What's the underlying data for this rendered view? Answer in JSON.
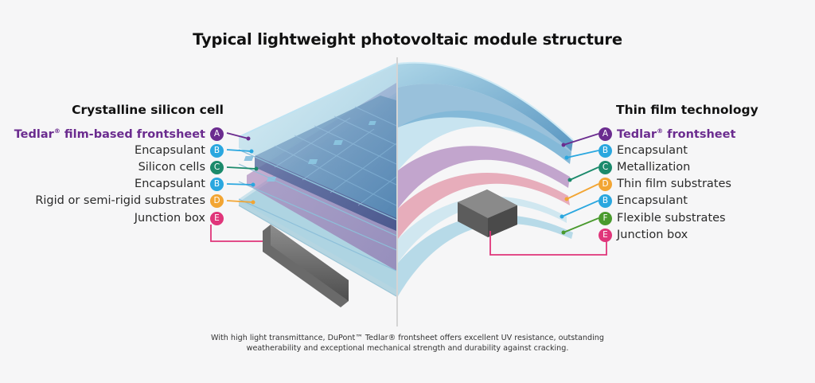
{
  "title": "Typical lightweight photovoltaic module structure",
  "left": {
    "title": "Crystalline silicon cell",
    "items": [
      {
        "letter": "A",
        "label": "Tedlar",
        "reg": "®",
        "label_suffix": " film-based frontsheet",
        "highlight": true,
        "color": "#6b2c8f"
      },
      {
        "letter": "B",
        "label": "Encapsulant",
        "reg": "",
        "label_suffix": "",
        "highlight": false,
        "color": "#2aa7df"
      },
      {
        "letter": "C",
        "label": "Silicon cells",
        "reg": "",
        "label_suffix": "",
        "highlight": false,
        "color": "#1b8a6b"
      },
      {
        "letter": "B",
        "label": "Encapsulant",
        "reg": "",
        "label_suffix": "",
        "highlight": false,
        "color": "#2aa7df"
      },
      {
        "letter": "D",
        "label": "Rigid or semi-rigid substrates",
        "reg": "",
        "label_suffix": "",
        "highlight": false,
        "color": "#f2a533"
      },
      {
        "letter": "E",
        "label": "Junction box",
        "reg": "",
        "label_suffix": "",
        "highlight": false,
        "color": "#e0357a"
      }
    ]
  },
  "right": {
    "title": "Thin film technology",
    "items": [
      {
        "letter": "A",
        "label": "Tedlar",
        "reg": "®",
        "label_suffix": " frontsheet",
        "highlight": true,
        "color": "#6b2c8f"
      },
      {
        "letter": "B",
        "label": "Encapsulant",
        "reg": "",
        "label_suffix": "",
        "highlight": false,
        "color": "#2aa7df"
      },
      {
        "letter": "C",
        "label": "Metallization",
        "reg": "",
        "label_suffix": "",
        "highlight": false,
        "color": "#1b8a6b"
      },
      {
        "letter": "D",
        "label": "Thin film substrates",
        "reg": "",
        "label_suffix": "",
        "highlight": false,
        "color": "#f2a533"
      },
      {
        "letter": "B",
        "label": "Encapsulant",
        "reg": "",
        "label_suffix": "",
        "highlight": false,
        "color": "#2aa7df"
      },
      {
        "letter": "F",
        "label": "Flexible substrates",
        "reg": "",
        "label_suffix": "",
        "highlight": false,
        "color": "#4a9a2e"
      },
      {
        "letter": "E",
        "label": "Junction box",
        "reg": "",
        "label_suffix": "",
        "highlight": false,
        "color": "#e0357a"
      }
    ]
  },
  "footnote": {
    "line1": "With high light transmittance, DuPont™ Tedlar® frontsheet offers excellent UV resistance, outstanding",
    "line2": "weatherability and exceptional mechanical strength and durability against cracking."
  }
}
